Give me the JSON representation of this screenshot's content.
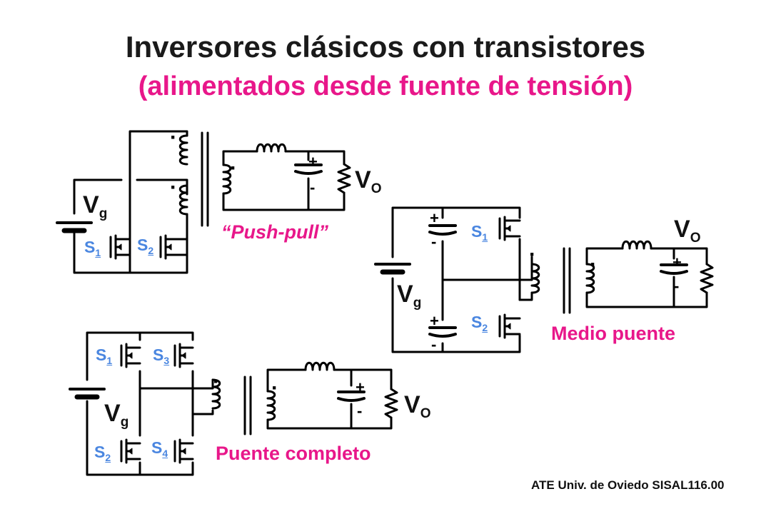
{
  "title": "Inversores clásicos con transistores",
  "subtitle": "(alimentados desde fuente de tensión)",
  "labels": {
    "push_pull": "“Push-pull”",
    "medio_puente": "Medio puente",
    "puente_completo": "Puente completo"
  },
  "symbols": {
    "vg_main": "V",
    "vg_sub": "g",
    "vo_main": "V",
    "vo_sub": "O",
    "s_main": "S",
    "s1": "1",
    "s2": "2",
    "s3": "3",
    "s4": "4",
    "plus": "+",
    "minus": "-",
    "dot": "·"
  },
  "footer": "ATE Univ. de Oviedo SISAL116.00"
}
